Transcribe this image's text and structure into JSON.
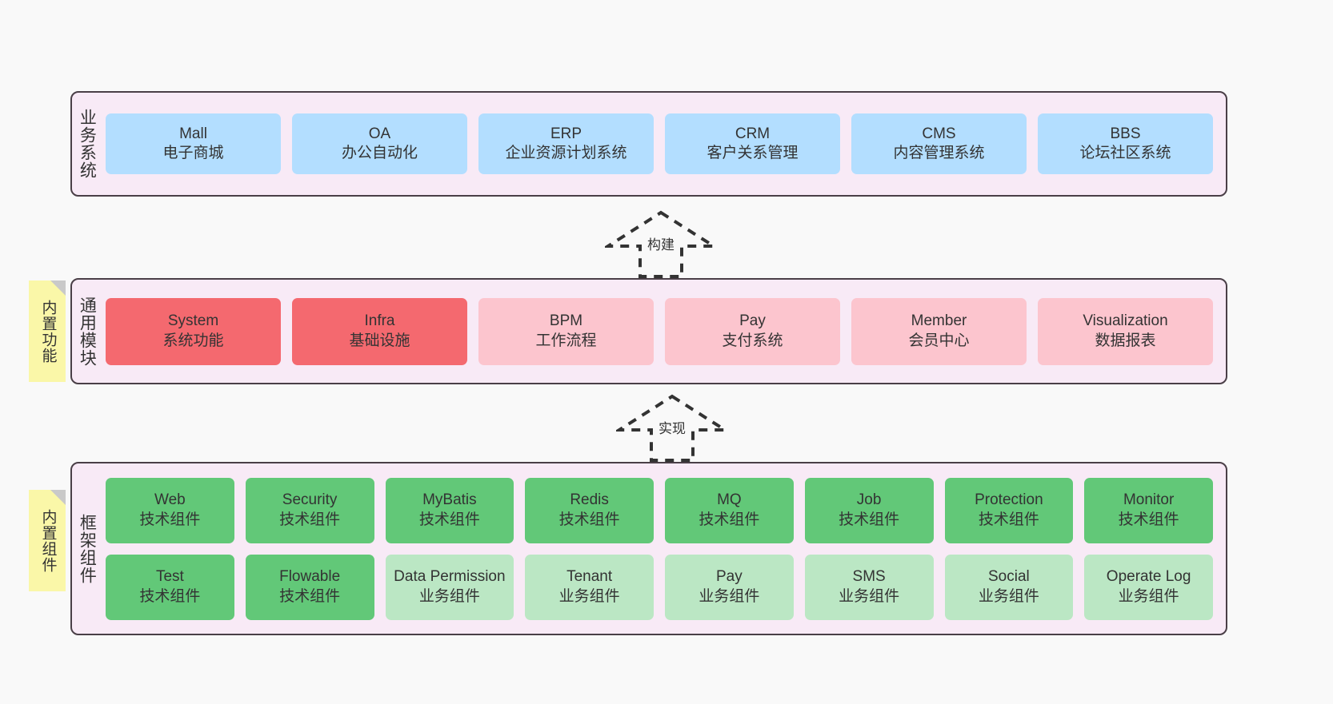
{
  "diagram": {
    "background": "#f9f9f9",
    "palette": {
      "panel_bg": "#f8eaf6",
      "panel_border": "#4a3f47",
      "blue": "#b3deff",
      "red": "#f4696f",
      "pink": "#fcc5ce",
      "green": "#62c878",
      "green_light": "#bbe7c4",
      "note_yellow": "#faf7a8",
      "note_fold": "#c9c9c9"
    }
  },
  "business_layer": {
    "caption": "业务系统",
    "cards": [
      {
        "title": "Mall",
        "sub": "电子商城",
        "color": "blue"
      },
      {
        "title": "OA",
        "sub": "办公自动化",
        "color": "blue"
      },
      {
        "title": "ERP",
        "sub": "企业资源计划系统",
        "color": "blue"
      },
      {
        "title": "CRM",
        "sub": "客户关系管理",
        "color": "blue"
      },
      {
        "title": "CMS",
        "sub": "内容管理系统",
        "color": "blue"
      },
      {
        "title": "BBS",
        "sub": "论坛社区系统",
        "color": "blue"
      }
    ]
  },
  "connector_build": {
    "label": "构建"
  },
  "module_layer": {
    "note": "内置功能",
    "caption": "通用模块",
    "cards": [
      {
        "title": "System",
        "sub": "系统功能",
        "color": "red"
      },
      {
        "title": "Infra",
        "sub": "基础设施",
        "color": "red"
      },
      {
        "title": "BPM",
        "sub": "工作流程",
        "color": "pink"
      },
      {
        "title": "Pay",
        "sub": "支付系统",
        "color": "pink"
      },
      {
        "title": "Member",
        "sub": "会员中心",
        "color": "pink"
      },
      {
        "title": "Visualization",
        "sub": "数据报表",
        "color": "pink"
      }
    ]
  },
  "connector_implement": {
    "label": "实现"
  },
  "framework_layer": {
    "note": "内置组件",
    "caption": "框架组件",
    "row1": [
      {
        "title": "Web",
        "sub": "技术组件",
        "color": "green"
      },
      {
        "title": "Security",
        "sub": "技术组件",
        "color": "green"
      },
      {
        "title": "MyBatis",
        "sub": "技术组件",
        "color": "green"
      },
      {
        "title": "Redis",
        "sub": "技术组件",
        "color": "green"
      },
      {
        "title": "MQ",
        "sub": "技术组件",
        "color": "green"
      },
      {
        "title": "Job",
        "sub": "技术组件",
        "color": "green"
      },
      {
        "title": "Protection",
        "sub": "技术组件",
        "color": "green"
      },
      {
        "title": "Monitor",
        "sub": "技术组件",
        "color": "green"
      }
    ],
    "row2": [
      {
        "title": "Test",
        "sub": "技术组件",
        "color": "green"
      },
      {
        "title": "Flowable",
        "sub": "技术组件",
        "color": "green"
      },
      {
        "title": "Data Permission",
        "sub": "业务组件",
        "color": "green_light"
      },
      {
        "title": "Tenant",
        "sub": "业务组件",
        "color": "green_light"
      },
      {
        "title": "Pay",
        "sub": "业务组件",
        "color": "green_light"
      },
      {
        "title": "SMS",
        "sub": "业务组件",
        "color": "green_light"
      },
      {
        "title": "Social",
        "sub": "业务组件",
        "color": "green_light"
      },
      {
        "title": "Operate Log",
        "sub": "业务组件",
        "color": "green_light"
      }
    ]
  }
}
